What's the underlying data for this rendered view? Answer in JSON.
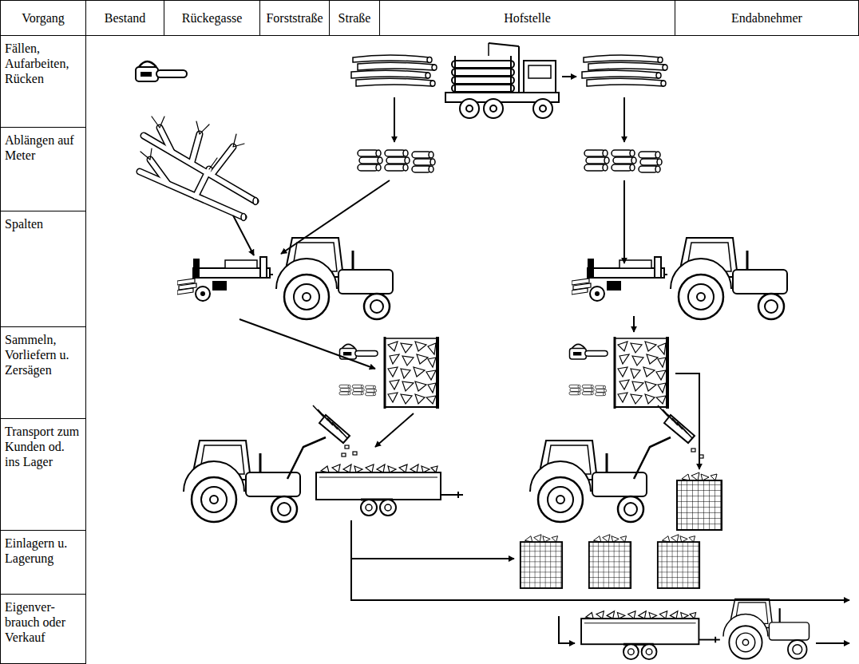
{
  "diagram": {
    "labels": [
      "Vorgang",
      "Bestand",
      "Rückegasse",
      "Forststraße",
      "Straße",
      "Hofstelle",
      "Endabnehmer",
      "Fällen, Aufarbeiten, Rücken",
      "Ablängen auf Meter",
      "Spalten",
      "Sammeln, Vorliefern u. Zersägen",
      "Transport zum Kunden od. ins Lager",
      "Einlagern u. Lagerung",
      "Eigenver- brauch oder Verkauf"
    ]
  }
}
